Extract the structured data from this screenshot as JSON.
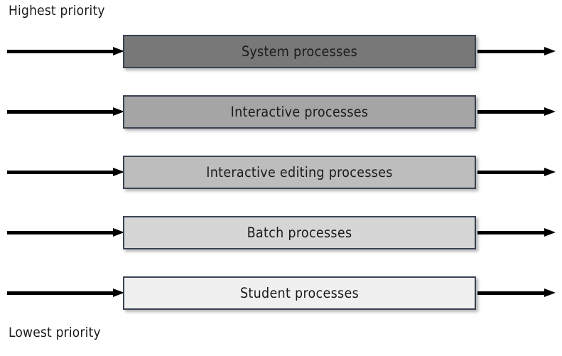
{
  "diagram": {
    "title_top": "Highest priority",
    "title_bottom": "Lowest priority",
    "background_color": "#ffffff",
    "border_color": "#3a4352",
    "arrow_color": "#000000",
    "text_color": "#1a1a1a",
    "rows": [
      {
        "label": "System processes",
        "fill": "#787878",
        "priority_rank": 1,
        "arrow_in": "arrow-right",
        "arrow_out": "arrow-right"
      },
      {
        "label": "Interactive processes",
        "fill": "#a5a5a5",
        "priority_rank": 2,
        "arrow_in": "arrow-right",
        "arrow_out": "arrow-right"
      },
      {
        "label": "Interactive editing processes",
        "fill": "#bdbdbd",
        "priority_rank": 3,
        "arrow_in": "arrow-right",
        "arrow_out": "arrow-right"
      },
      {
        "label": "Batch processes",
        "fill": "#d6d6d6",
        "priority_rank": 4,
        "arrow_in": "arrow-right",
        "arrow_out": "arrow-right"
      },
      {
        "label": "Student processes",
        "fill": "#f0f0f0",
        "priority_rank": 5,
        "arrow_in": "arrow-right",
        "arrow_out": "arrow-right"
      }
    ]
  }
}
